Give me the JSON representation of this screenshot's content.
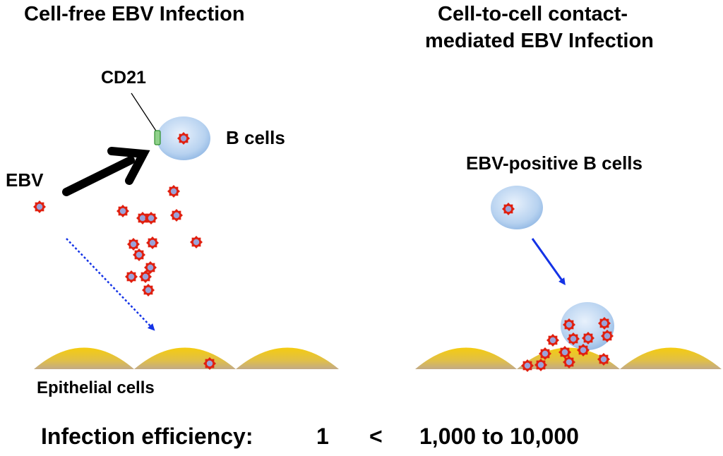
{
  "left_panel": {
    "title": "Cell-free EBV Infection",
    "cd21_label": "CD21",
    "b_cells_label": "B cells",
    "ebv_label": "EBV",
    "epithelial_label": "Epithelial cells"
  },
  "right_panel": {
    "title_line1": "Cell-to-cell contact-",
    "title_line2": "mediated EBV Infection",
    "b_cells_label": "EBV-positive B cells"
  },
  "bottom": {
    "label": "Infection efficiency:",
    "value_cell_free": "1",
    "comparator": "<",
    "value_cell_to_cell": "1,000 to 10,000"
  },
  "colors": {
    "virion_spikes": "#e02010",
    "virion_core": "#9aa2d8",
    "b_cell": "#b4d0ef",
    "epithelium_top": "#f5cc10",
    "epithelium_bottom": "#c8ae76",
    "arrow_blue": "#1433e6",
    "cd21": "#3aa83a"
  }
}
